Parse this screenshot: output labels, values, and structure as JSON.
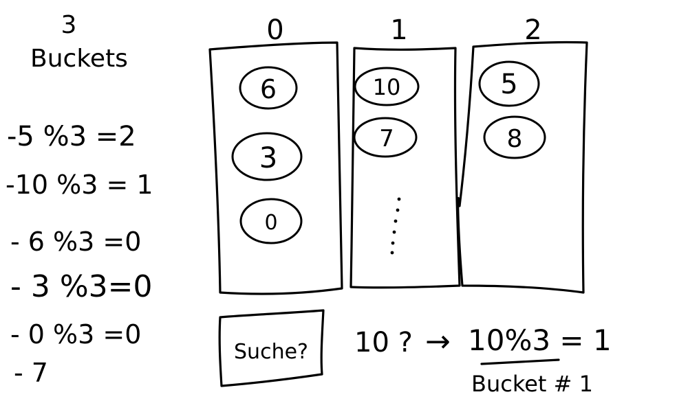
{
  "header": {
    "count": "3",
    "label": "Buckets"
  },
  "modulo_lines": [
    "-5 %3 =2",
    "-10 %3 = 1",
    "- 6 %3 =0",
    "- 3 %3=0",
    "- 0 %3 =0",
    "- 7"
  ],
  "buckets": [
    {
      "index": "0",
      "items": [
        "6",
        "3",
        "0"
      ]
    },
    {
      "index": "1",
      "items": [
        "10",
        "7"
      ],
      "ellipsis": ":"
    },
    {
      "index": "2",
      "items": [
        "5",
        "8"
      ]
    }
  ],
  "search": {
    "label": "Suche?",
    "query": "10 ?",
    "arrow": "→",
    "result": "10%3 = 1",
    "bucket_ref": "Bucket # 1"
  },
  "colors": {
    "ink": "#000000",
    "paper": "#ffffff"
  }
}
